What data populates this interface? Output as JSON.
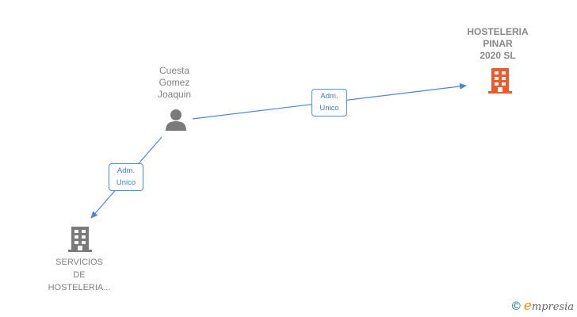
{
  "nodes": {
    "company_main": {
      "label_lines": [
        "HOSTELERIA",
        "PINAR",
        "2020  SL"
      ],
      "icon": "building-icon",
      "color": "#f05a28"
    },
    "person": {
      "label_lines": [
        "Cuesta",
        "Gomez",
        "Joaquin"
      ],
      "icon": "person-icon",
      "color": "#7a7a7a"
    },
    "company_other": {
      "label_lines": [
        "SERVICIOS",
        "DE",
        "HOSTELERIA..."
      ],
      "icon": "building-icon",
      "color": "#7a7a7a"
    }
  },
  "edges": [
    {
      "from": "person",
      "to": "company_main",
      "label_lines": [
        "Adm.",
        "Unico"
      ]
    },
    {
      "from": "person",
      "to": "company_other",
      "label_lines": [
        "Adm.",
        "Unico"
      ]
    }
  ],
  "colors": {
    "edge": "#4a86d8",
    "edge_label_border": "#4a90e2"
  },
  "footer": {
    "copyright_symbol": "©",
    "brand_initial": "e",
    "brand_rest": "mpresia"
  }
}
